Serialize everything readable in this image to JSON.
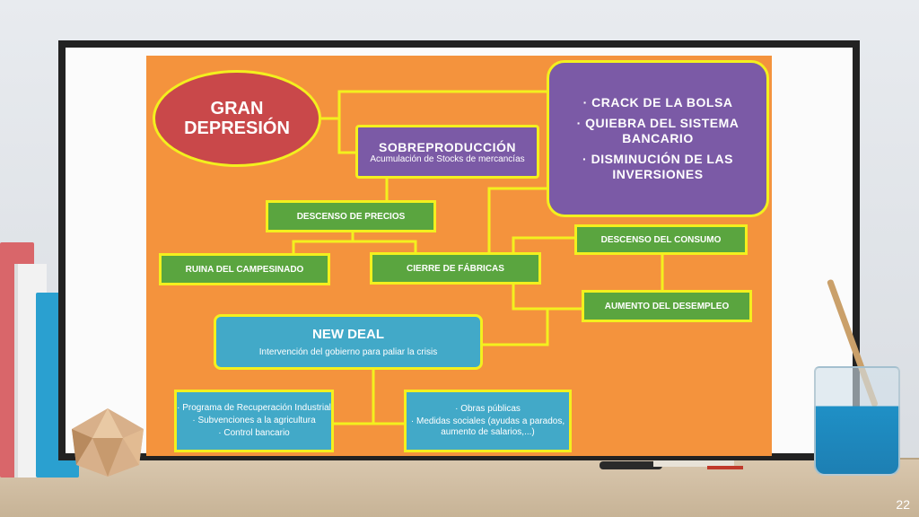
{
  "slide": {
    "page_number": "22"
  },
  "diagram": {
    "gran_depresion": {
      "line1": "GRAN",
      "line2": "DEPRESIÓN"
    },
    "sobreproduccion": {
      "title": "SOBREPRODUCCIÓN",
      "subtitle": "Acumulación de Stocks de mercancías"
    },
    "causes": [
      "· CRACK DE LA BOLSA",
      "· QUIEBRA DEL SISTEMA BANCARIO",
      "· DISMINUCIÓN DE LAS INVERSIONES"
    ],
    "descenso_precios": "DESCENSO DE PRECIOS",
    "ruina_campesinado": "RUINA DEL CAMPESINADO",
    "cierre_fabricas": "CIERRE DE FÁBRICAS",
    "descenso_consumo": "DESCENSO DEL CONSUMO",
    "aumento_desempleo": "AUMENTO DEL DESEMPLEO",
    "new_deal": {
      "title": "NEW DEAL",
      "subtitle": "Intervención del gobierno para paliar la crisis"
    },
    "programa_box": [
      "· Programa de Recuperación Industrial",
      "· Subvenciones a la agricultura",
      "· Control bancario"
    ],
    "obras_box": [
      "· Obras públicas",
      "· Medidas sociales (ayudas a parados, aumento de salarios,...)"
    ]
  },
  "colors": {
    "canvas": "#f4933d",
    "ellipse": "#c9484a",
    "purple": "#7b5aa6",
    "green": "#5aa53f",
    "teal": "#42a9c8",
    "border": "#f3f01e"
  }
}
